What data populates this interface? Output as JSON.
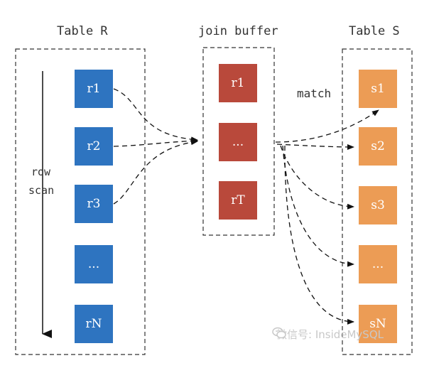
{
  "titles": {
    "table_r": "Table R",
    "join_buffer": "join buffer",
    "table_s": "Table S"
  },
  "table_r": {
    "rows": [
      "r1",
      "r2",
      "r3",
      "...",
      "rN"
    ],
    "scan_label_1": "row",
    "scan_label_2": "scan"
  },
  "join_buffer": {
    "rows": [
      "r1",
      "...",
      "rT"
    ]
  },
  "table_s": {
    "rows": [
      "s1",
      "s2",
      "s3",
      "...",
      "sN"
    ]
  },
  "match_label": "match",
  "watermark": {
    "text": "微信号: InsideMySQL",
    "icon": "wechat-icon"
  },
  "colors": {
    "table_r_cell": "#2e74c0",
    "join_buffer_cell": "#b9493b",
    "table_s_cell": "#ec9c55",
    "frame": "#333333"
  }
}
